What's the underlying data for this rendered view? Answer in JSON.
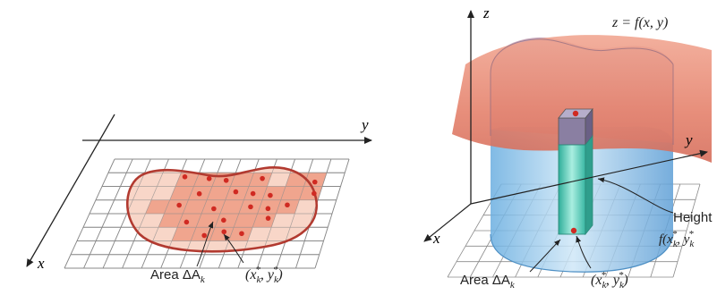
{
  "left_panel": {
    "axis_y": "y",
    "axis_x": "x",
    "area_label": "Area ΔA",
    "area_subscript": "k",
    "point_label": "(x",
    "point_sub1": "k",
    "point_sup1": "*",
    "point_mid": ", y",
    "point_sub2": "k",
    "point_sup2": "*",
    "point_close": ")"
  },
  "right_panel": {
    "axis_z": "z",
    "axis_y": "y",
    "axis_x": "x",
    "surface_label": "z = f(x, y)",
    "height_label": "Height",
    "height_value": "f(x",
    "height_sub1": "k",
    "height_sup1": "*",
    "height_mid": ", y",
    "height_sub2": "k",
    "height_sup2": "*",
    "area_label": "Area ΔA",
    "area_subscript": "k",
    "point_label": "(x",
    "point_sub1": "k",
    "point_sup1": "*",
    "point_mid": ", y",
    "point_sub2": "k",
    "point_sup2": "*",
    "point_close": ")"
  },
  "colors": {
    "region_outline": "#b23a30",
    "region_fill": "#f6c9b8",
    "cell_fill": "#f0a58e",
    "point": "#d02a22",
    "grid": "#8a8a8a",
    "surface": "#e8806a",
    "cylinder": "#8cc4ea",
    "column": "#46c6b2",
    "cap": "#8a7fa2"
  }
}
